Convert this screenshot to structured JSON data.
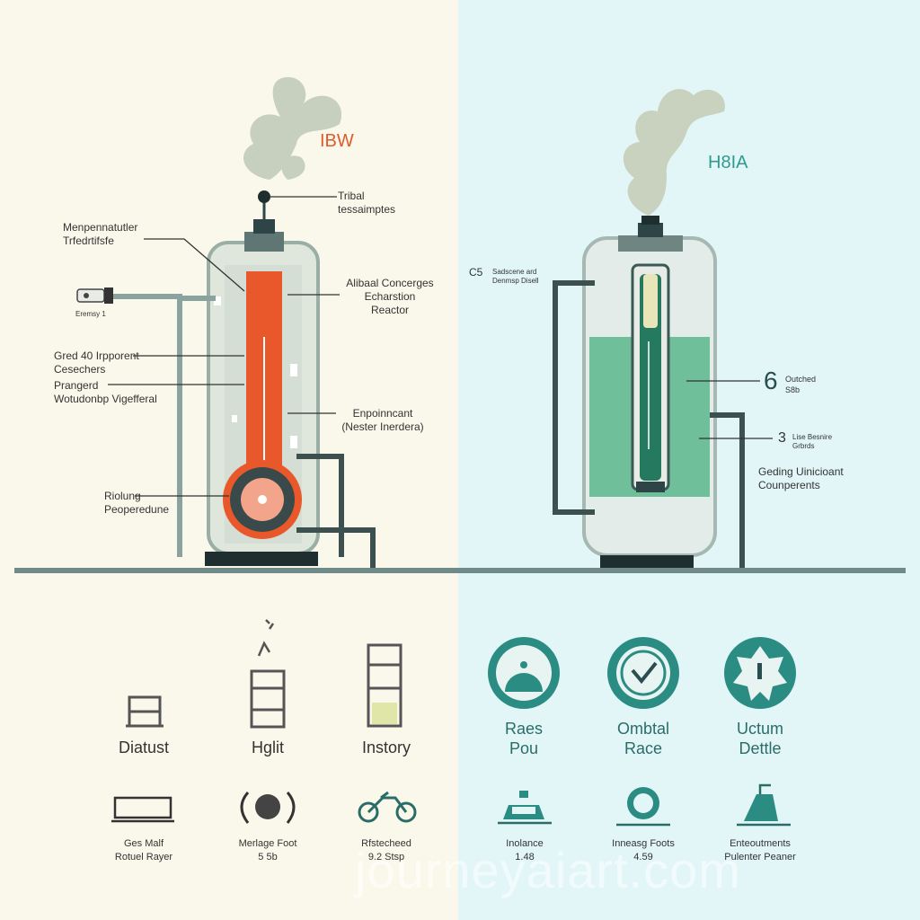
{
  "left": {
    "title": "IBW",
    "title_color": "#e05a2a",
    "labels": {
      "top_right": [
        "Tribal",
        "tessaimptes"
      ],
      "top_left": [
        "Menpennatutler",
        "Trfedrtifsfe"
      ],
      "side_small": "Eremsy 1",
      "right_a": [
        "Alibaal Concerges",
        "Echarstion",
        "Reactor"
      ],
      "left_b": [
        "Gred 40 Irpporent",
        "Cesechers"
      ],
      "left_c": [
        "Prangerd",
        "Wotudonbp Vigefferal"
      ],
      "right_d": [
        "Enpoinncant",
        "(Nester Inerdera)"
      ],
      "left_e": [
        "Riolung",
        "Peoperedune"
      ]
    },
    "icons": [
      {
        "name": "Diatust",
        "icon": "frame-icon"
      },
      {
        "name": "Hglit",
        "icon": "tower-icon"
      },
      {
        "name": "Instory",
        "icon": "tank-icon"
      }
    ],
    "bottom": [
      {
        "icon": "sign-icon",
        "line1": "Ges Malf",
        "line2": "Rotuel Rayer"
      },
      {
        "icon": "brain-icon",
        "line1": "Merlage Foot",
        "line2": "5 5b"
      },
      {
        "icon": "motorcycle-icon",
        "line1": "Rfstecheed",
        "line2": "9.2 Stsp"
      }
    ]
  },
  "right": {
    "title": "H8IA",
    "title_color": "#2f9a8f",
    "labels": {
      "top_left_prefix": "C5",
      "top_left": [
        "Sadscene ard",
        "Denmsp Disell"
      ],
      "right_a_num": "6",
      "right_a": [
        "Outched",
        "S8b"
      ],
      "right_b_num": "3",
      "right_b": [
        "Lise Besnire",
        "Grbrds"
      ],
      "right_c": [
        "Geding Uinicioant",
        "Counperents"
      ]
    },
    "icons": [
      {
        "line1": "Raes",
        "line2": "Pou",
        "icon": "gauge-icon"
      },
      {
        "line1": "Ombtal",
        "line2": "Race",
        "icon": "clock-icon"
      },
      {
        "line1": "Uctum",
        "line2": "Dettle",
        "icon": "badge-icon"
      }
    ],
    "bottom": [
      {
        "icon": "car-icon",
        "line1": "Inolance",
        "line2": "1.48"
      },
      {
        "icon": "gear-icon",
        "line1": "Inneasg Foots",
        "line2": "4.59"
      },
      {
        "icon": "iron-icon",
        "line1": "Enteoutments",
        "line2": "Pulenter Peaner"
      }
    ]
  },
  "watermark": "journeyaiart.com"
}
